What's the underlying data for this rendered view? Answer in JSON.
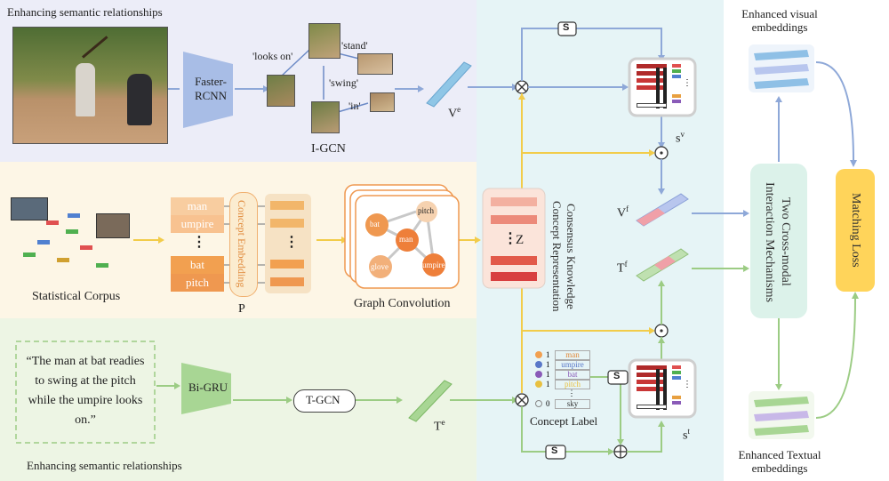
{
  "sections": {
    "top_title": "Enhancing semantic relationships",
    "bottom_title": "Enhancing semantic relationships"
  },
  "visual": {
    "faster_rcnn": "Faster-\nRCNN",
    "relations": [
      "'looks on'",
      "'stand'",
      "'swing'",
      "'in'"
    ],
    "igcn": "I-GCN",
    "ve": "V",
    "ve_sup": "e"
  },
  "knowledge": {
    "statistical_corpus": "Statistical  Corpus",
    "concepts": [
      "man",
      "umpire",
      "⋮",
      "bat",
      "pitch"
    ],
    "concept_embedding": "Concept Embedding",
    "p_label": "P",
    "graph_nodes": [
      "bat",
      "pitch",
      "man",
      "glove",
      "umpire"
    ],
    "graph_convolution": "Graph Convolution",
    "z_label": "Z",
    "consensus": "Consensus Knowledge Concept Representation"
  },
  "textual": {
    "sentence": "“The man at bat readies to swing at the pitch while the umpire looks on.”",
    "bigru": "Bi-GRU",
    "tgcn": "T-GCN",
    "te": "T",
    "te_sup": "e",
    "concept_label_title": "Concept Label",
    "concept_label_rows": [
      {
        "num": "1",
        "word": "man",
        "color": "#e08a3c"
      },
      {
        "num": "1",
        "word": "umpire",
        "color": "#5a78c8"
      },
      {
        "num": "1",
        "word": "bat",
        "color": "#8a5bb8"
      },
      {
        "num": "1",
        "word": "pitch",
        "color": "#e8c040"
      },
      {
        "num": "",
        "word": "⋮",
        "color": "#555555"
      },
      {
        "num": "0",
        "word": "sky",
        "color": "#333333"
      }
    ]
  },
  "fusion": {
    "s_symbol": "S",
    "sv": "s",
    "sv_sup": "v",
    "st": "s",
    "st_sup": "t",
    "vf": "V",
    "vf_sup": "f",
    "tf": "T",
    "tf_sup": "f"
  },
  "right": {
    "enhanced_visual": "Enhanced visual embeddings",
    "interaction": "Two Cross-modal Interaction Mechanisms",
    "matching_loss": "Matching Loss",
    "enhanced_textual": "Enhanced Textual embeddings"
  },
  "colors": {
    "top_bg": "#ecedf8",
    "mid_bg": "#fdf6e6",
    "bottom_bg": "#edf5e4",
    "fusion_bg": "#e6f4f6",
    "blue_arrow": "#8ea8d8",
    "yellow_arrow": "#f2cc4a",
    "green_arrow": "#9ccc84",
    "orange": "#ef9850",
    "red": "#d84040"
  }
}
